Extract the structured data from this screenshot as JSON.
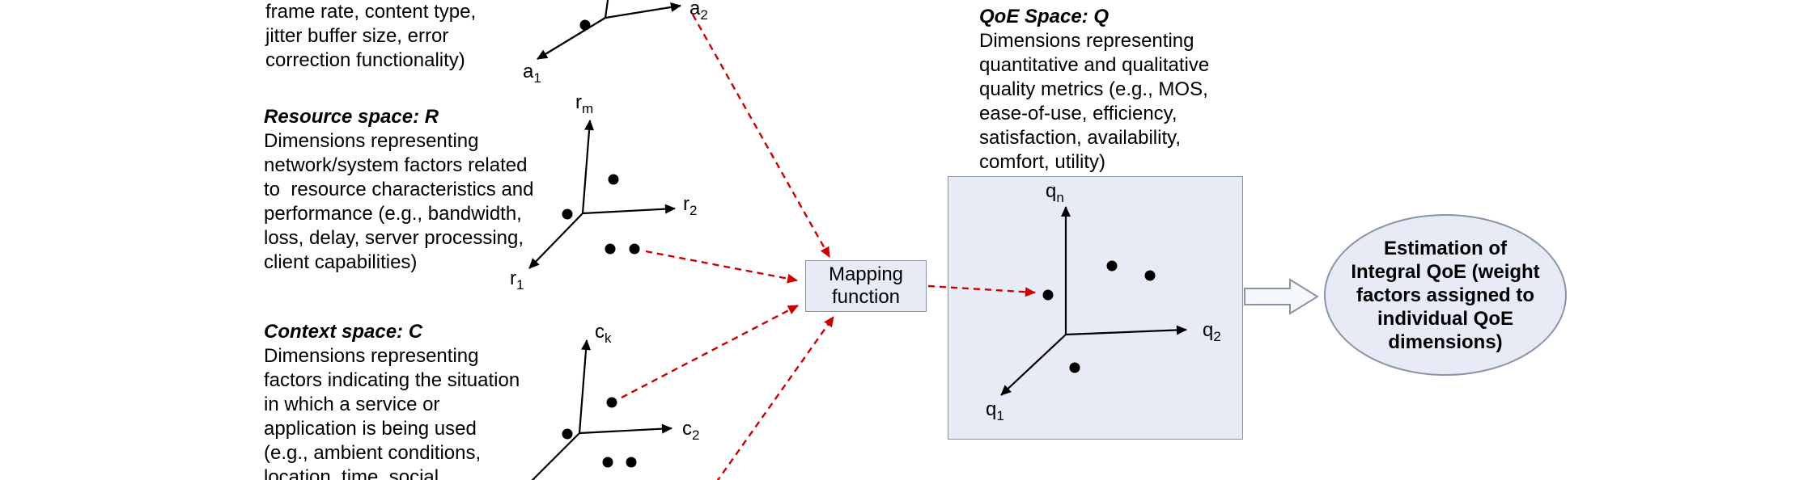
{
  "colors": {
    "fill": "#e7ebf5",
    "border": "#8893a8",
    "red": "#cc0000",
    "axis": "#000000"
  },
  "application_space": {
    "description_lines": [
      "frame rate, content type,",
      "jitter buffer size, error",
      "correction functionality)"
    ],
    "axis_a1": {
      "base": "a",
      "sub": "1"
    },
    "axis_a2": {
      "base": "a",
      "sub": "2"
    }
  },
  "resource_space": {
    "title": "Resource space: R",
    "description_lines": [
      "Dimensions representing",
      "network/system factors related",
      "to  resource characteristics and",
      "performance (e.g., bandwidth,",
      "loss, delay, server processing,",
      "client capabilities)"
    ],
    "axis_rm": {
      "base": "r",
      "sub": "m"
    },
    "axis_r2": {
      "base": "r",
      "sub": "2"
    },
    "axis_r1": {
      "base": "r",
      "sub": "1"
    }
  },
  "context_space": {
    "title": "Context space: C",
    "description_lines": [
      "Dimensions representing",
      "factors indicating the situation",
      "in which a service or",
      "application is being used",
      "(e.g., ambient conditions,",
      "location, time, social"
    ],
    "axis_ck": {
      "base": "c",
      "sub": "k"
    },
    "axis_c2": {
      "base": "c",
      "sub": "2"
    }
  },
  "qoe_space": {
    "title": "QoE Space: Q",
    "description_lines": [
      "Dimensions representing",
      "quantitative and qualitative",
      "quality metrics (e.g., MOS,",
      "ease-of-use, efficiency,",
      "satisfaction, availability,",
      "comfort, utility)"
    ],
    "axis_qn": {
      "base": "q",
      "sub": "n"
    },
    "axis_q2": {
      "base": "q",
      "sub": "2"
    },
    "axis_q1": {
      "base": "q",
      "sub": "1"
    }
  },
  "mapping_function": {
    "lines": [
      "Mapping",
      "function"
    ]
  },
  "estimation": {
    "lines": [
      "Estimation of",
      "Integral QoE (weight",
      "factors assigned to",
      "individual QoE",
      "dimensions)"
    ]
  }
}
